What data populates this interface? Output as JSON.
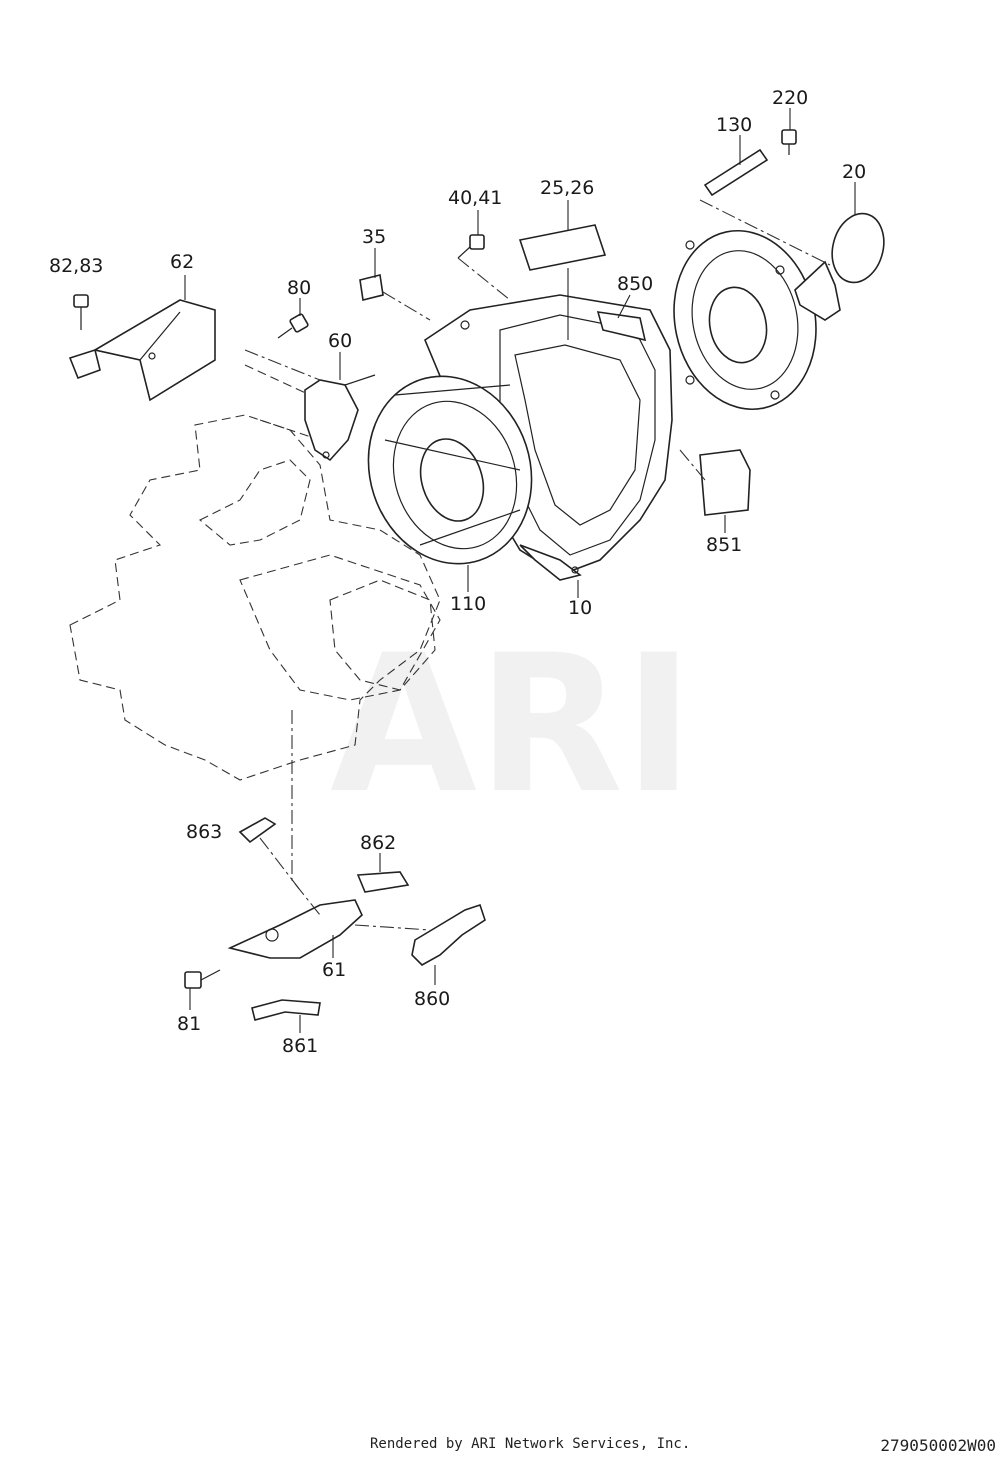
{
  "watermark": "ARI",
  "labels": [
    "82,83",
    "62",
    "80",
    "60",
    "35",
    "40,41",
    "25,26",
    "130",
    "220",
    "20",
    "850",
    "851",
    "110",
    "10",
    "863",
    "862",
    "61",
    "860",
    "81",
    "861"
  ],
  "footer": {
    "credit": "Rendered by ARI Network Services, Inc.",
    "code": "279050002W00"
  }
}
